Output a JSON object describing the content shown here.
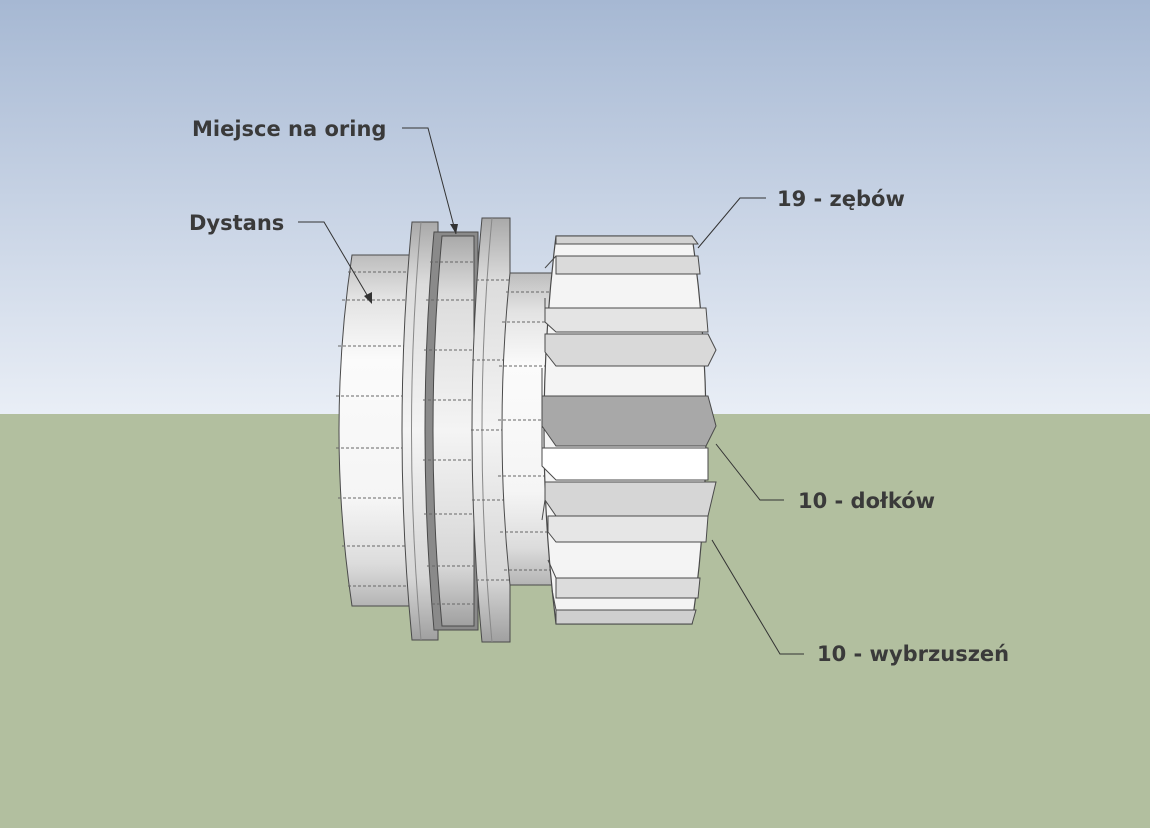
{
  "labels": {
    "oring": "Miejsce na oring",
    "dystans": "Dystans",
    "zebow": "19 - zębów",
    "dolkow": "10 - dołków",
    "wybrzuszen": "10 - wybrzuszeń"
  },
  "colors": {
    "sky_top": "#a6b8d3",
    "sky_bottom": "#e9eef6",
    "ground": "#b2bf9f",
    "part_light": "#f7f7f7",
    "part_shade": "#b9b9b9",
    "outline": "#4a4a4a",
    "label_text": "#3a3a3a"
  }
}
